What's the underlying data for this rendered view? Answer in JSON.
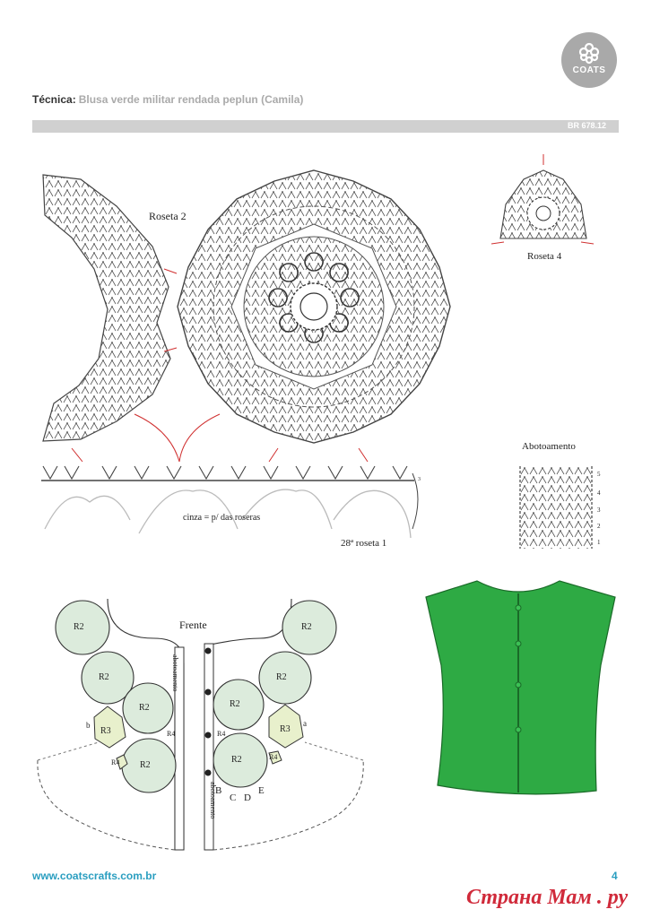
{
  "header": {
    "label": "Técnica:",
    "title": "Blusa verde militar rendada peplun (Camila)",
    "code": "BR 678.12"
  },
  "logo": {
    "text": "COATS"
  },
  "diagram_labels": {
    "roseta2": "Roseta 2",
    "roseta4": "Roseta 4",
    "abotoamento": "Abotoamento",
    "cinza": "cinza = p/ das roseras",
    "roseta1": "28ª roseta 1",
    "frente": "Frente",
    "abotoamento_vertical": "abotoamento",
    "row_numbers": [
      "5",
      "4",
      "3",
      "2",
      "1"
    ],
    "chart_edge_number": "3",
    "rosette_r2": "R2",
    "rosette_r3": "R3",
    "rosette_r4": "R4",
    "letters": [
      "B",
      "C",
      "D",
      "E"
    ],
    "side_a": "a",
    "side_b": "b"
  },
  "footer": {
    "url": "www.coatscrafts.com.br",
    "page": "4"
  },
  "watermark": "Страна Мам . ру",
  "colors": {
    "garment_green": "#2eaa44",
    "rosette_fill": "#dcebdc",
    "star_fill": "#e8f0cc",
    "accent_red": "#d03030",
    "link_blue": "#2a9ec0"
  }
}
